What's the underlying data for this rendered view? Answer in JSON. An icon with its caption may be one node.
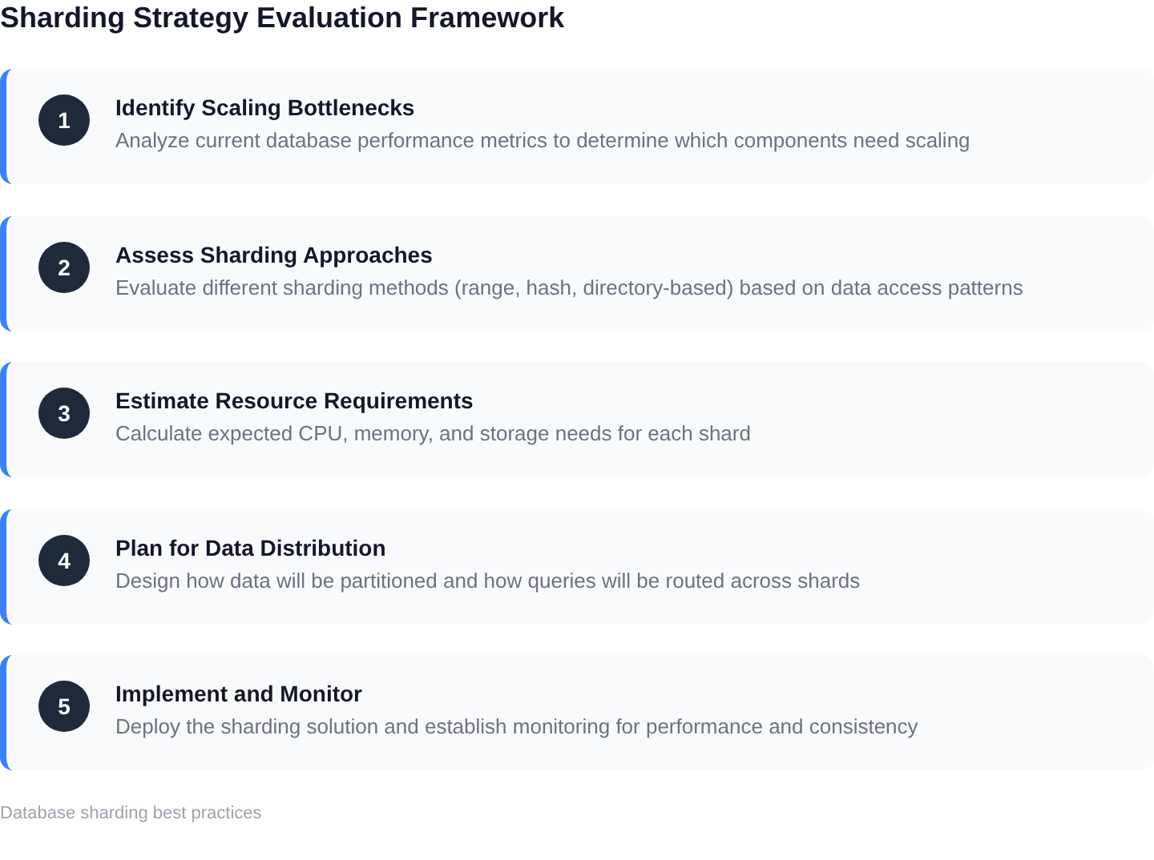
{
  "diagram": {
    "title": "Sharding Strategy Evaluation Framework",
    "caption": "Database sharding best practices",
    "nodes": [
      {
        "text": [
          "Identify Scaling Bottlenecks",
          "Analyze current database performance metrics to determine which components need scaling"
        ]
      },
      {
        "text": [
          "1"
        ],
        "in": 0
      },
      {
        "text": [
          "Assess Sharding Approaches",
          "Evaluate different sharding methods (range, hash, directory-based) based on data access patterns"
        ]
      },
      {
        "text": [
          "2"
        ],
        "in": 2
      },
      {
        "text": [
          "Estimate Resource Requirements",
          "Calculate expected CPU, memory, and storage needs for each shard"
        ]
      },
      {
        "text": [
          "3"
        ],
        "in": 4
      },
      {
        "text": [
          "Plan for Data Distribution",
          "Design how data will be partitioned and how queries will be routed across shards"
        ]
      },
      {
        "text": [
          "4"
        ],
        "in": 6
      },
      {
        "text": [
          "Implement and Monitor",
          "Deploy the sharding solution and establish monitoring for performance and consistency"
        ]
      },
      {
        "text": [
          "5"
        ],
        "in": 8
      }
    ]
  }
}
